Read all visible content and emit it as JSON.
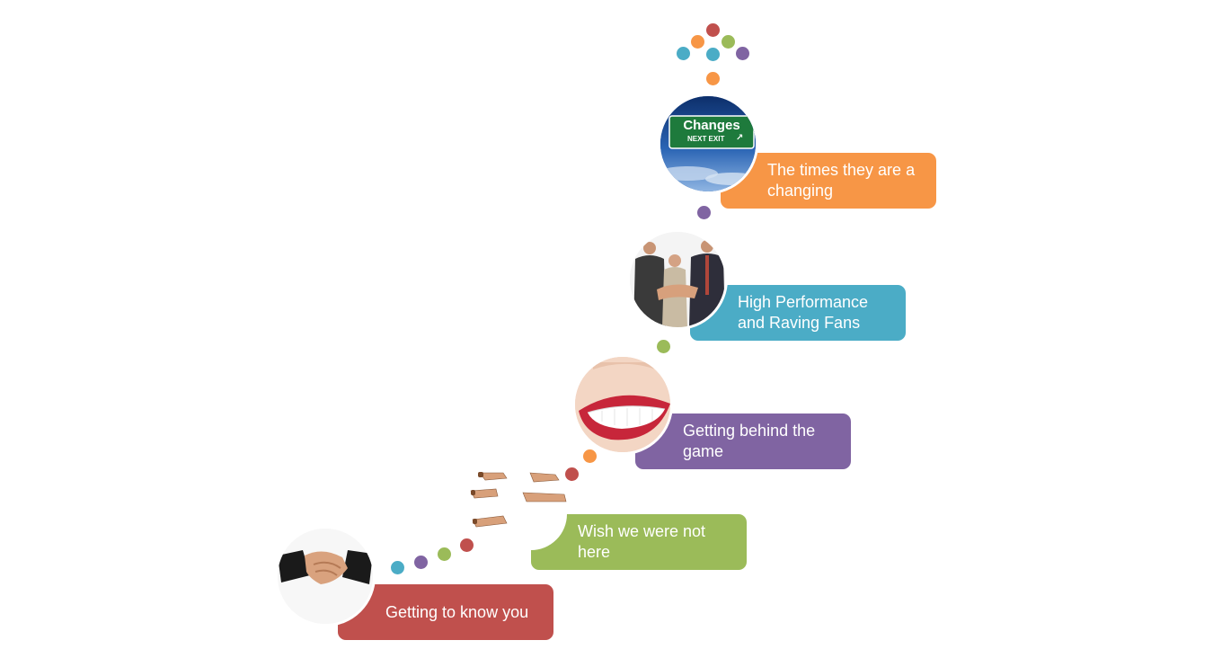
{
  "steps": [
    {
      "label": "Getting to know you",
      "color": "#c0504d",
      "image": "handshake"
    },
    {
      "label": "Wish we were not here",
      "color": "#9bbb59",
      "image": "pointing-hands"
    },
    {
      "label": "Getting behind the game",
      "color": "#8064a2",
      "image": "smiling-mouth"
    },
    {
      "label": "High Performance and Raving Fans",
      "color": "#4bacc6",
      "image": "team-hands-together"
    },
    {
      "label": "The times they are a changing",
      "color": "#f79646",
      "image": "changes-next-exit-sign"
    }
  ],
  "sign": {
    "title": "Changes",
    "subtitle": "NEXT EXIT"
  },
  "palette": {
    "red": "#c0504d",
    "green": "#9bbb59",
    "purple": "#8064a2",
    "blue": "#4bacc6",
    "orange": "#f79646"
  }
}
